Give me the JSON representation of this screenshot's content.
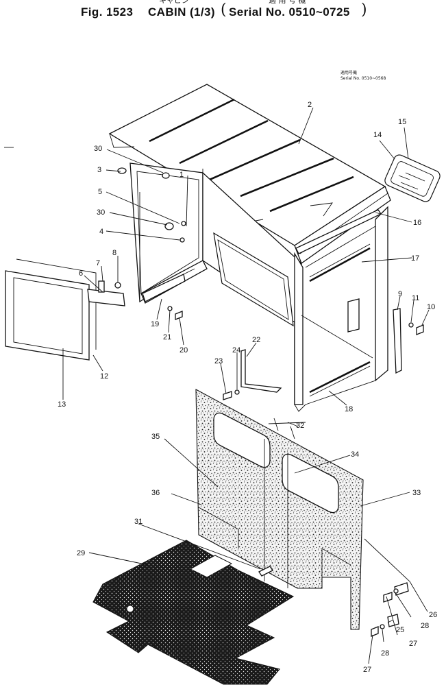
{
  "header": {
    "fig_label": "Fig. 1523",
    "cabin_label": "CABIN (1/3)",
    "japanese_left": "キャビン",
    "japanese_right": "適 用 号 機",
    "serial_label": "Serial No. 0510~0725"
  },
  "notes": {
    "note_jp": "適用号機",
    "note_serial": "Serial No. 0510~0568"
  },
  "callouts": [
    "1",
    "2",
    "3",
    "4",
    "5",
    "6",
    "7",
    "8",
    "9",
    "10",
    "11",
    "12",
    "13",
    "14",
    "15",
    "16",
    "17",
    "18",
    "19",
    "20",
    "21",
    "22",
    "23",
    "24",
    "25",
    "26",
    "27",
    "28",
    "29",
    "30",
    "31",
    "32",
    "33",
    "34",
    "35",
    "36"
  ],
  "colors": {
    "ink": "#111111",
    "paper": "#ffffff"
  }
}
